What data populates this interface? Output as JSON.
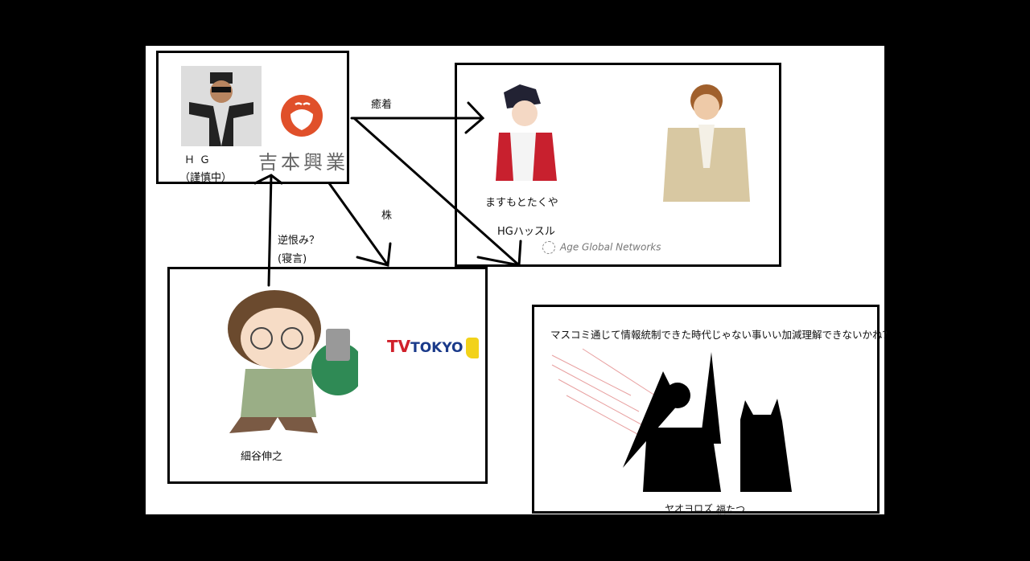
{
  "box_hg": {
    "name": "ＨＧ",
    "status": "（謹慎中）",
    "company": "吉本興業"
  },
  "box_agn": {
    "person": "ますもとたくや",
    "label": "HGハッスル",
    "company": "Age Global Networks"
  },
  "box_tvtokyo": {
    "person": "細谷伸之",
    "logo_tv": "TV",
    "logo_tokyo": "TOKYO"
  },
  "box_yaoyorozu": {
    "caption": "マスコミ通じて情報統制できた時代じゃない事いい加減理解できないかね？",
    "name1": "ヤオヨロズ",
    "name2": "福たつ"
  },
  "arrows": {
    "collusion": "癒着",
    "shares": "株",
    "grudge": "逆恨み？",
    "grudge_note": "(寝言)"
  },
  "colors": {
    "yoshimoto": "#e0502a",
    "tvtokyo_blue": "#1a3a8a",
    "tvtokyo_red": "#d0202a",
    "tvtokyo_yellow": "#f2d21a"
  }
}
